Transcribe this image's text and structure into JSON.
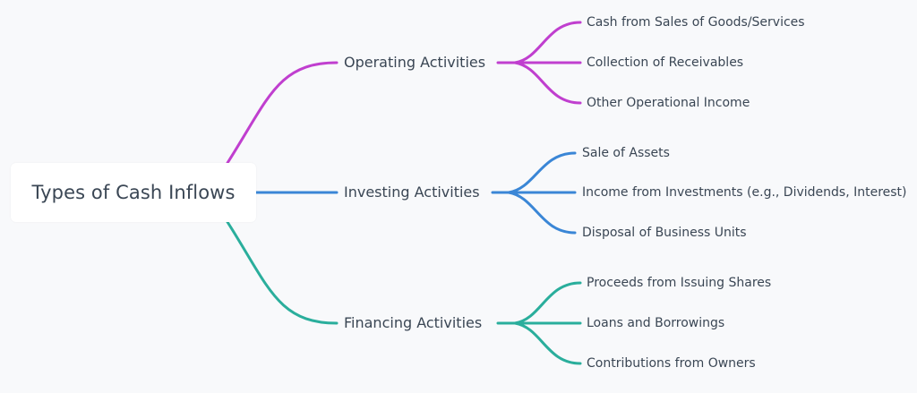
{
  "diagram": {
    "type": "mindmap",
    "background": "#f8f9fb",
    "text_color": "#3a4654",
    "root": {
      "label": "Types of Cash Inflows"
    },
    "branches": [
      {
        "label": "Operating Activities",
        "color": "#c03fcf",
        "children": [
          {
            "label": "Cash from Sales of Goods/Services"
          },
          {
            "label": "Collection of Receivables"
          },
          {
            "label": "Other Operational Income"
          }
        ]
      },
      {
        "label": "Investing Activities",
        "color": "#3a86d6",
        "children": [
          {
            "label": "Sale of Assets"
          },
          {
            "label": "Income from Investments (e.g., Dividends, Interest)"
          },
          {
            "label": "Disposal of Business Units"
          }
        ]
      },
      {
        "label": "Financing Activities",
        "color": "#2aae9c",
        "children": [
          {
            "label": "Proceeds from Issuing Shares"
          },
          {
            "label": "Loans and Borrowings"
          },
          {
            "label": "Contributions from Owners"
          }
        ]
      }
    ]
  }
}
